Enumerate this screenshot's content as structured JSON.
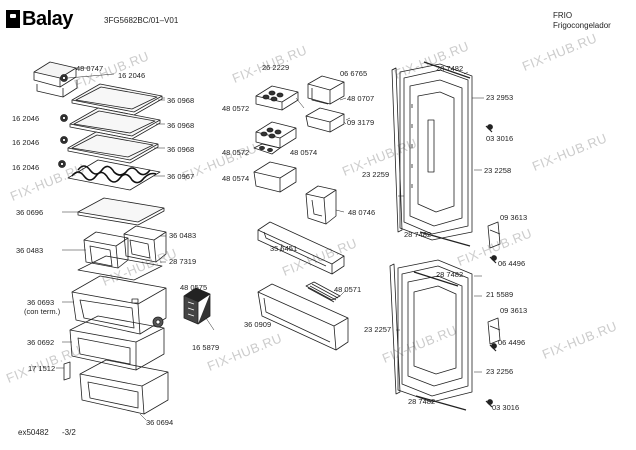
{
  "header": {
    "brand": "Balay",
    "model_code": "3FG5682BC/01–V01",
    "category": "FRIO",
    "subcategory": "Frigocongelador"
  },
  "footer": {
    "doc_code": "ex50482",
    "page": "-3/2"
  },
  "watermark": "FIX-HUB.RU",
  "parts": {
    "p480747": "48 0747",
    "p162046_top": "16 2046",
    "p360968_1": "36 0968",
    "p162046_a": "16 2046",
    "p360968_2": "36 0968",
    "p162046_b": "16 2046",
    "p360968_3": "36 0968",
    "p162046_c": "16 2046",
    "p360967": "36 0967",
    "p360696": "36 0696",
    "p360483_l": "36 0483",
    "p360483_r": "36 0483",
    "p287319": "28 7319",
    "p480575": "48 0575",
    "p360693": "36 0693",
    "p360693_note": "(con term.)",
    "p360692": "36 0692",
    "p165879": "16 5879",
    "p171512": "17 1512",
    "p360694": "36 0694",
    "p262229": "26 2229",
    "p480572_a": "48 0572",
    "p066765": "06 6765",
    "p480707": "48 0707",
    "p093179": "09 3179",
    "p480572_b": "48 0572",
    "p480574_a": "48 0574",
    "p480574_b": "48 0574",
    "p480746": "48 0746",
    "p356451": "35 6451",
    "p480571": "48 0571",
    "p360909": "36 0909",
    "p287482_a": "28 7482",
    "p232953": "23 2953",
    "p033016_a": "03 3016",
    "p232259": "23 2259",
    "p232258": "23 2258",
    "p287482_b": "28 7482",
    "p093613_a": "09 3613",
    "p064496_a": "06 4496",
    "p287482_c": "28 7482",
    "p215589": "21 5589",
    "p093613_b": "09 3613",
    "p064496_b": "06 4496",
    "p232257": "23 2257",
    "p232256": "23 2256",
    "p287482_d": "28 7482",
    "p033016_b": "03 3016"
  }
}
